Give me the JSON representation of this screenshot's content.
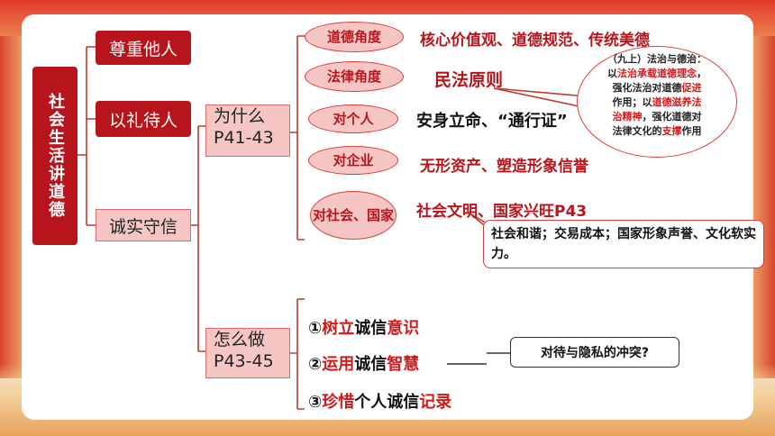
{
  "root": "社会生活讲道德",
  "level1": [
    "尊重他人",
    "以礼待人",
    "诚实守信"
  ],
  "why": {
    "line1": "为什么",
    "line2": "P41-43"
  },
  "how": {
    "line1": "怎么做",
    "line2": "P43-45"
  },
  "angles": [
    {
      "tag": "道德角度",
      "text": "核心价值观、道德规范、传统美德"
    },
    {
      "tag": "法律角度",
      "text": "民法原则"
    },
    {
      "tag": "对个人",
      "text": "安身立命、“通行证”"
    },
    {
      "tag": "对企业",
      "text": "无形资产、塑造形象信誉"
    },
    {
      "tag": "对社会、国家",
      "text": "社会文明、国家兴旺P43"
    }
  ],
  "bubble": {
    "l1": "（九上）法治与德治：",
    "l2a": "以",
    "l2b": "法治承载道德理念",
    "l2c": "，",
    "l3a": "强化法治对道德",
    "l3b": "促进",
    "l4a": "作用；以",
    "l4b": "道德滋养法",
    "l5a": "治精神",
    "l5b": "，强化道德对",
    "l6a": "法律文化的",
    "l6b": "支撑",
    "l6c": "作用"
  },
  "note": "社会和谐；交易成本；国家形象声誉、文化软实力。",
  "steps": [
    {
      "n": "①",
      "a": "树立",
      "b": "诚信",
      "c": "意识"
    },
    {
      "n": "②",
      "a": "运用",
      "b": "诚信",
      "c": "智慧"
    },
    {
      "n": "③",
      "a": "珍惜",
      "b": "个人诚信",
      "c": "记录"
    }
  ],
  "question": "对待与隐私的冲突?"
}
